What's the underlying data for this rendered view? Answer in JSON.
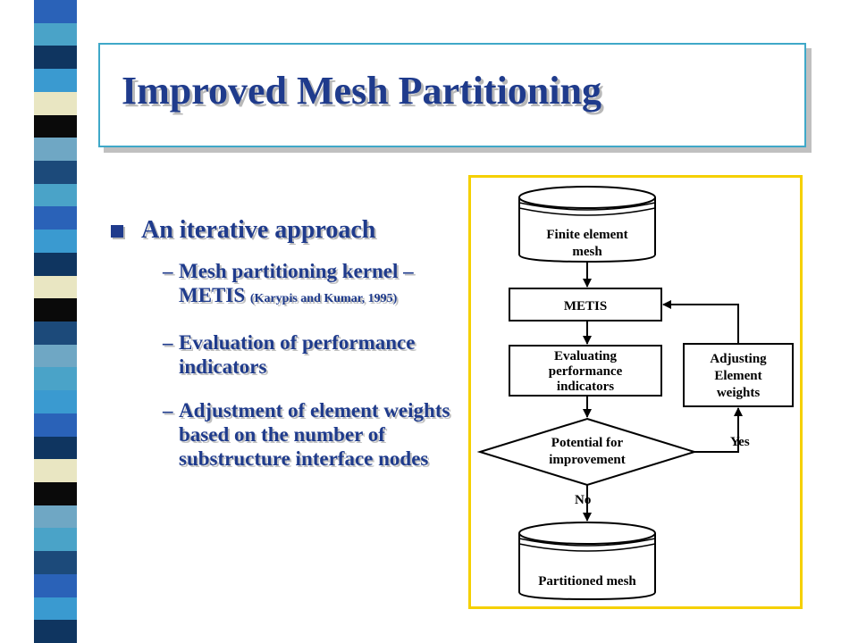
{
  "slide": {
    "title": "Improved Mesh Partitioning",
    "bullet": "An iterative approach",
    "sub_items": [
      {
        "text": "Mesh partitioning kernel – METIS",
        "cite": "(Karypis and Kumar, 1995)"
      },
      {
        "text": "Evaluation of performance indicators",
        "cite": ""
      },
      {
        "text": "Adjustment of element weights based on the number of substructure interface nodes",
        "cite": ""
      }
    ]
  },
  "flowchart": {
    "start_db": [
      "Finite element",
      "mesh"
    ],
    "metis_box": "METIS",
    "eval_box": [
      "Evaluating",
      "performance",
      "indicators"
    ],
    "adjust_box": [
      "Adjusting",
      "Element",
      "weights"
    ],
    "decision": [
      "Potential for",
      "improvement"
    ],
    "yes_label": "Yes",
    "no_label": "No",
    "end_db": "Partitioned mesh"
  },
  "colors": {
    "title_text": "#1f3b8c",
    "title_border": "#3fa8c8",
    "frame_border": "#f5d000",
    "stripes": [
      "#2a62b8",
      "#4aa3c8",
      "#0f3560",
      "#3a9ad0",
      "#e9e6c2",
      "#0a0a0a",
      "#6fa7c4",
      "#1c4a7a"
    ]
  }
}
